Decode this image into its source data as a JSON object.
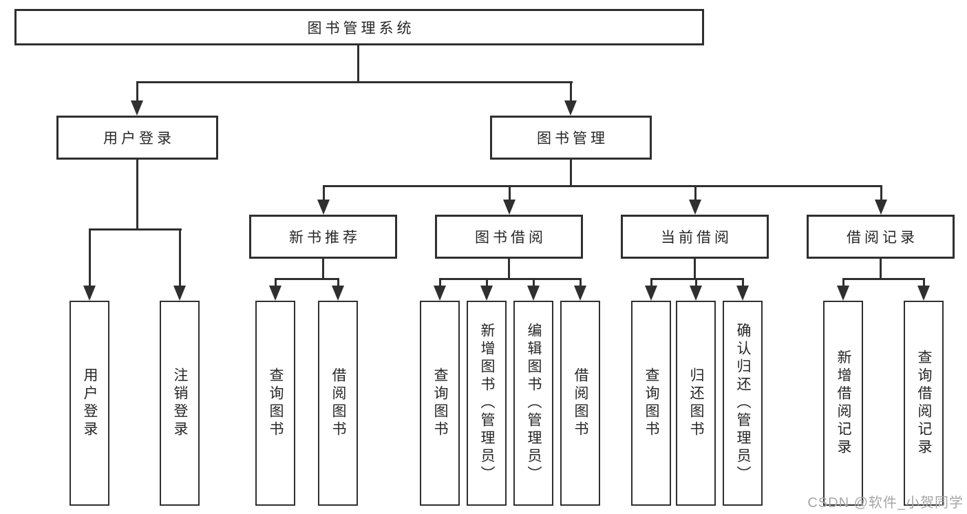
{
  "tree": {
    "root": "图书管理系统",
    "user_login": {
      "label": "用户登录",
      "children": [
        "用户登录",
        "注销登录"
      ]
    },
    "book_mgmt": {
      "label": "图书管理",
      "groups": [
        {
          "label": "新书推荐",
          "children": [
            "查询图书",
            "借阅图书"
          ]
        },
        {
          "label": "图书借阅",
          "children": [
            "查询图书",
            "新增图书（管理员）",
            "编辑图书（管理员）",
            "借阅图书"
          ]
        },
        {
          "label": "当前借阅",
          "children": [
            "查询图书",
            "归还图书",
            "确认归还（管理员）"
          ]
        },
        {
          "label": "借阅记录",
          "children": [
            "新增借阅记录",
            "查询借阅记录"
          ]
        }
      ]
    }
  },
  "watermark": "CSDN @软件_小贺同学",
  "colors": {
    "line": "#2f2f2f",
    "text": "#262626",
    "watermark": "#a6a6a6",
    "background": "#ffffff"
  }
}
